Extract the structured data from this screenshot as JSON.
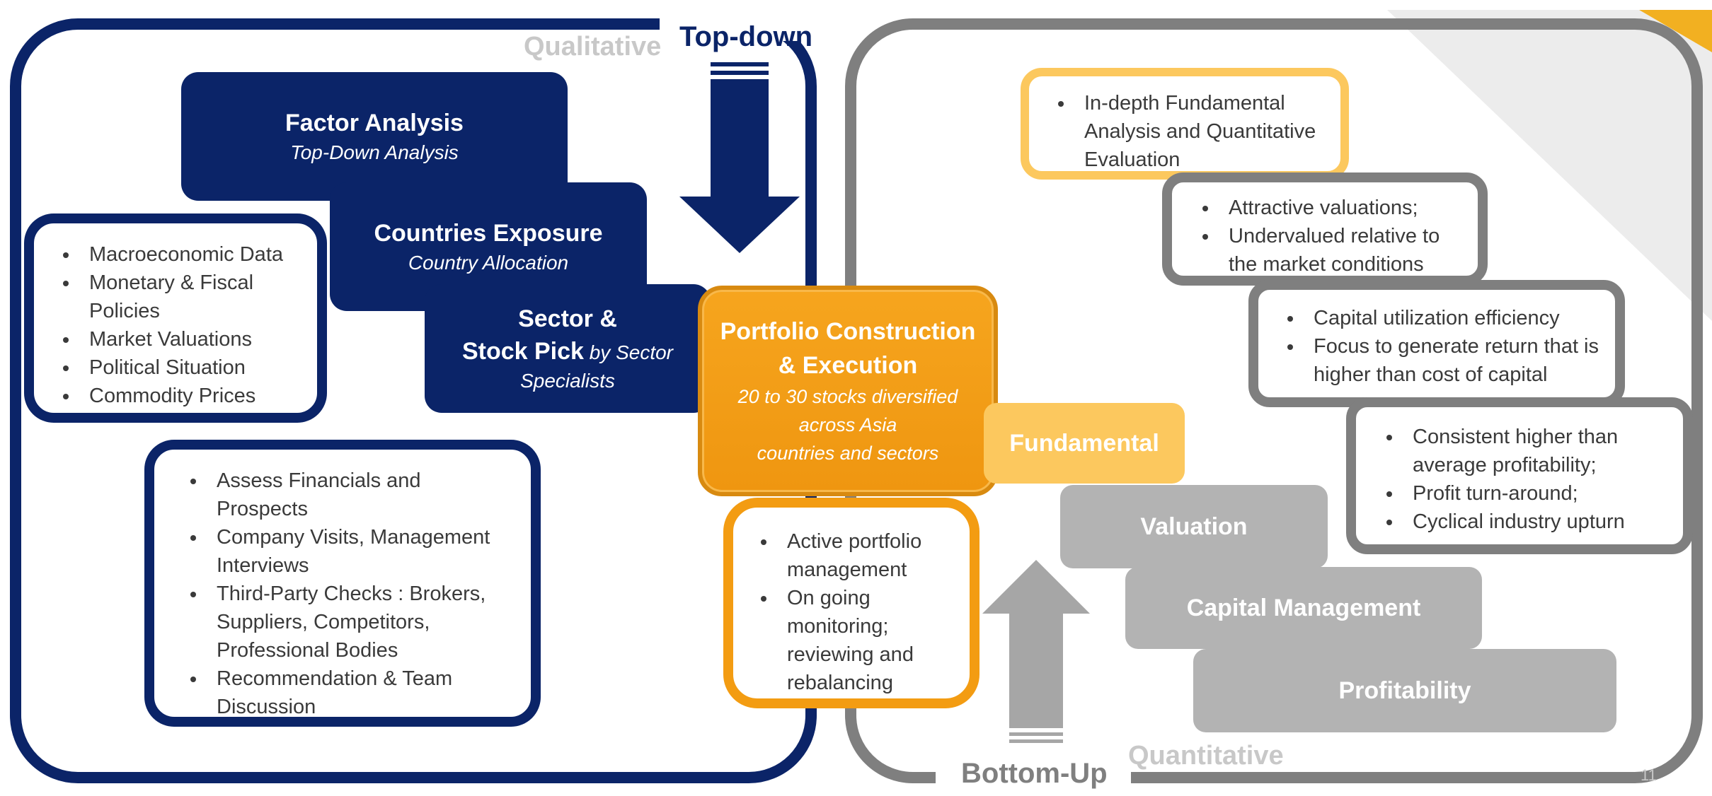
{
  "labels": {
    "qualitative": "Qualitative",
    "top_down": "Top-down",
    "bottom_up": "Bottom-Up",
    "quantitative": "Quantitative",
    "page_number": "11"
  },
  "top_down_steps": [
    {
      "title": "Factor Analysis",
      "subtitle": "Top-Down Analysis"
    },
    {
      "title": "Countries Exposure",
      "subtitle": "Country Allocation"
    },
    {
      "title_line1": "Sector &",
      "title_line2": "Stock Pick",
      "subtitle_inline": " by Sector",
      "subtitle_line3": "Specialists"
    }
  ],
  "macro_list": [
    "Macroeconomic Data",
    "Monetary & Fiscal Policies",
    "Market Valuations",
    "Political Situation",
    "Commodity Prices"
  ],
  "company_list": [
    "Assess Financials and Prospects",
    "Company Visits, Management Interviews",
    "Third-Party Checks : Brokers, Suppliers, Competitors, Professional Bodies",
    "Recommendation & Team Discussion"
  ],
  "center": {
    "title_line1": "Portfolio Construction",
    "title_line2": "& Execution",
    "sub_line1": "20 to 30 stocks diversified",
    "sub_line2": "across Asia",
    "sub_line3": "countries and sectors"
  },
  "portfolio_list": [
    "Active portfolio management",
    "On going monitoring; reviewing and rebalancing"
  ],
  "bottom_up_steps": {
    "fundamental": "Fundamental",
    "valuation": "Valuation",
    "capital": "Capital Management",
    "profitability": "Profitability"
  },
  "fundamental_list": [
    "In-depth Fundamental Analysis and Quantitative Evaluation"
  ],
  "valuation_list": [
    "Attractive valuations;",
    "Undervalued relative to the market conditions"
  ],
  "capital_list": [
    "Capital utilization efficiency",
    "Focus to generate return that is higher than cost of capital"
  ],
  "profitability_list": [
    "Consistent higher than average profitability;",
    "Profit turn-around;",
    "Cyclical industry upturn"
  ],
  "colors": {
    "navy": "#0b2468",
    "gray": "#7f7f7f",
    "orange": "#f39c12",
    "gold": "#fcc85e",
    "light_gray": "#b3b3b3"
  }
}
